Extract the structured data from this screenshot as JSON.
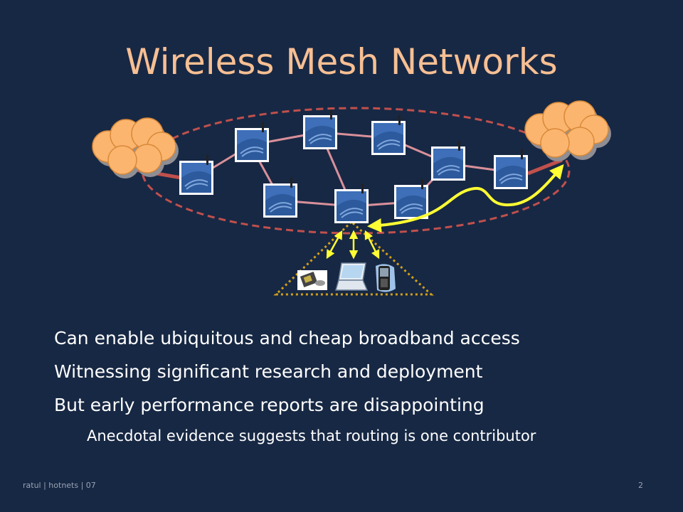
{
  "slide": {
    "title": "Wireless Mesh Networks",
    "bullets": [
      "Can enable ubiquitous and cheap broadband access",
      "Witnessing significant research and deployment",
      "But early performance reports are disappointing"
    ],
    "sub_bullets": [
      "Anecdotal evidence suggests that routing is one contributor"
    ],
    "footer_left": "ratul | hotnets | 07",
    "page_number": "2"
  },
  "diagram": {
    "colors": {
      "background": "#172844",
      "title": "#f7bf93",
      "cloud": "#fbb56f",
      "mesh_link": "#d9909a",
      "boundary": "#c0504d",
      "route": "#ffff33",
      "client_zone": "#d4a017"
    },
    "icons": [
      "cloud-icon",
      "wireless-router-icon",
      "handheld-device-icon",
      "laptop-icon",
      "mobile-phone-icon"
    ]
  }
}
